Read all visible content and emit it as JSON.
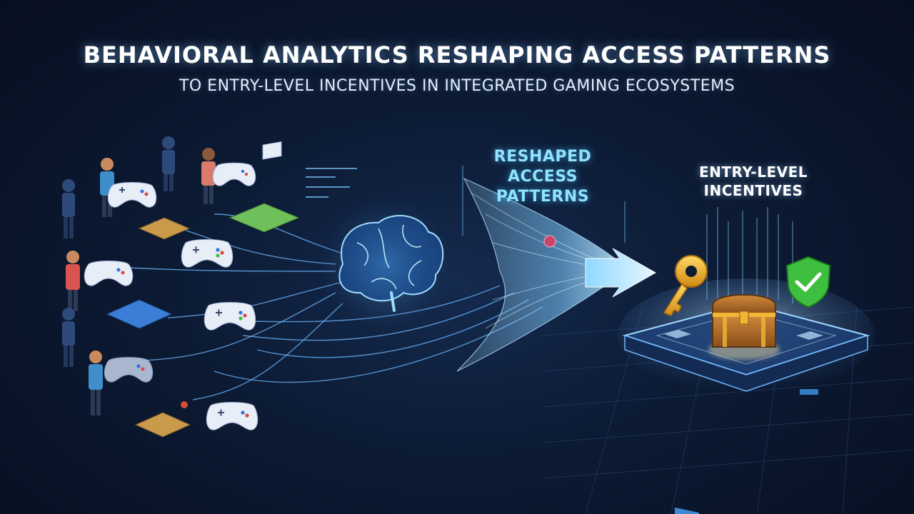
{
  "header": {
    "title": "BEHAVIORAL ANALYTICS RESHAPING ACCESS PATTERNS",
    "subtitle": "TO ENTRY-LEVEL INCENTIVES IN INTEGRATED GAMING ECOSYSTEMS"
  },
  "labels": {
    "reshaped": [
      "RESHAPED",
      "ACCESS",
      "PATTERNS"
    ],
    "entry": [
      "ENTRY-LEVEL",
      "INCENTIVES"
    ]
  },
  "icons": [
    "person-icon",
    "gamepad-icon",
    "brain-icon",
    "arrow-icon",
    "key-icon",
    "treasure-chest-icon",
    "shield-check-icon",
    "platform-icon"
  ],
  "colors": {
    "background": "#0c1a33",
    "accent_cyan": "#8fe3ff",
    "glow_blue": "#4aa8ff",
    "gold": "#f2b534",
    "shield_green": "#3fbf3f"
  }
}
